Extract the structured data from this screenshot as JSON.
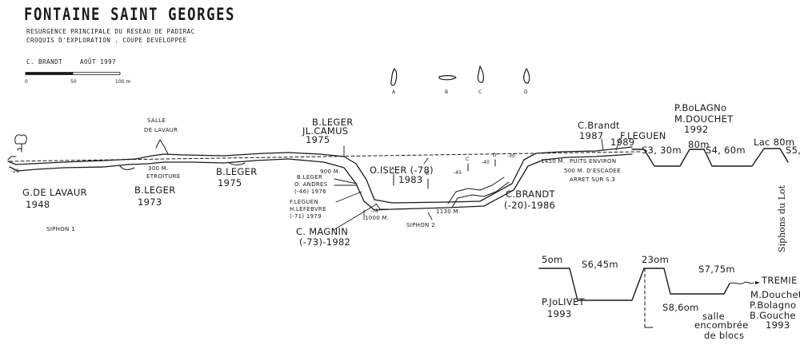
{
  "header": {
    "title": "FONTAINE SAINT GEORGES",
    "subtitle1": "RESURGENCE PRINCIPALE DU RESEAU DE PADIRAC",
    "subtitle2": "CROQUIS D'EXPLORATION . COUPE DEVELOPPEE",
    "author": "C. BRANDT",
    "date": "AOÛT 1997"
  },
  "scale": {
    "zero": "0",
    "mid": "50",
    "end": "100 m"
  },
  "sections": [
    "A",
    "B",
    "C",
    "D"
  ],
  "labels": {
    "salle_lavaur_1": "SALLE",
    "salle_lavaur_2": "DE LAVAUR",
    "etroiture_dist": "300 M.",
    "etroiture": "ETROITURE",
    "gdelavaur": "G.DE LAVAUR",
    "gdelavaur_year": "1948",
    "bleger1": "B.LEGER",
    "bleger1_year": "1973",
    "bleger2": "B.LEGER",
    "bleger2_year": "1975",
    "bleger3": "B.LEGER",
    "jlcamus": "JL.CAMUS",
    "bleger3_year": "1975",
    "d900": "900 M.",
    "bleger4": "B.LEGER",
    "oandres": "O. ANDRES",
    "oandres_year": "(-46) 1976",
    "fleguen1": "F.LEGUEN",
    "hlefebvre": "H.LEFEBVRE",
    "hlefebvre_year": "(-71) 1979",
    "oisler": "O.ISLER (-78)",
    "oisler_year": "1983",
    "cmagnin": "C. MAGNIN",
    "cmagnin_year": "(-73)-1982",
    "cbrandt1": "C.BRANDT",
    "cbrandt1_year": "(-20)-1986",
    "siphon1": "SIPHON 1",
    "siphon2": "SIPHON 2",
    "d1000": "1000 M.",
    "d1130": "1130 M.",
    "m78": "-78",
    "m45": "-45",
    "m40": "-40",
    "m30": "-30",
    "d1450": "1450 M.",
    "puits": "PUITS ENVIRON",
    "d500": "500 M. D'ESCADEE",
    "arret": "ARRET SUR S.3",
    "cbrandt2": "C.Brandt",
    "cbrandt2_year": "1987",
    "fleguen2": "F.LEGUEN",
    "fleguen2_year": "1989",
    "s3": "S3, 30m",
    "d80m": "80m",
    "s4": "S4, 60m",
    "pbolagno": "P.BoLAGNo",
    "mdouchet": "M.DOUCHET",
    "pm_year": "1992",
    "lac": "Lac 80m",
    "s5": "S5,",
    "siphons_lot": "Siphons du Lot",
    "d20": "-20",
    "inset_5m": "5om",
    "s6": "S6,45m",
    "d230": "23om",
    "s7": "S7,75m",
    "tremie": "TREMIE",
    "pjolivet": "P.JoLIVET",
    "pjolivet_year": "1993",
    "s8": "S8,6om",
    "salle_enc1": "salle",
    "salle_enc2": "encombrée",
    "salle_enc3": "de blocs",
    "m_douchet2": "M.Douchet",
    "p_bolagno2": "P.Bolagno",
    "b_gouche": "B.Gouche",
    "gouche_year": "1993"
  }
}
